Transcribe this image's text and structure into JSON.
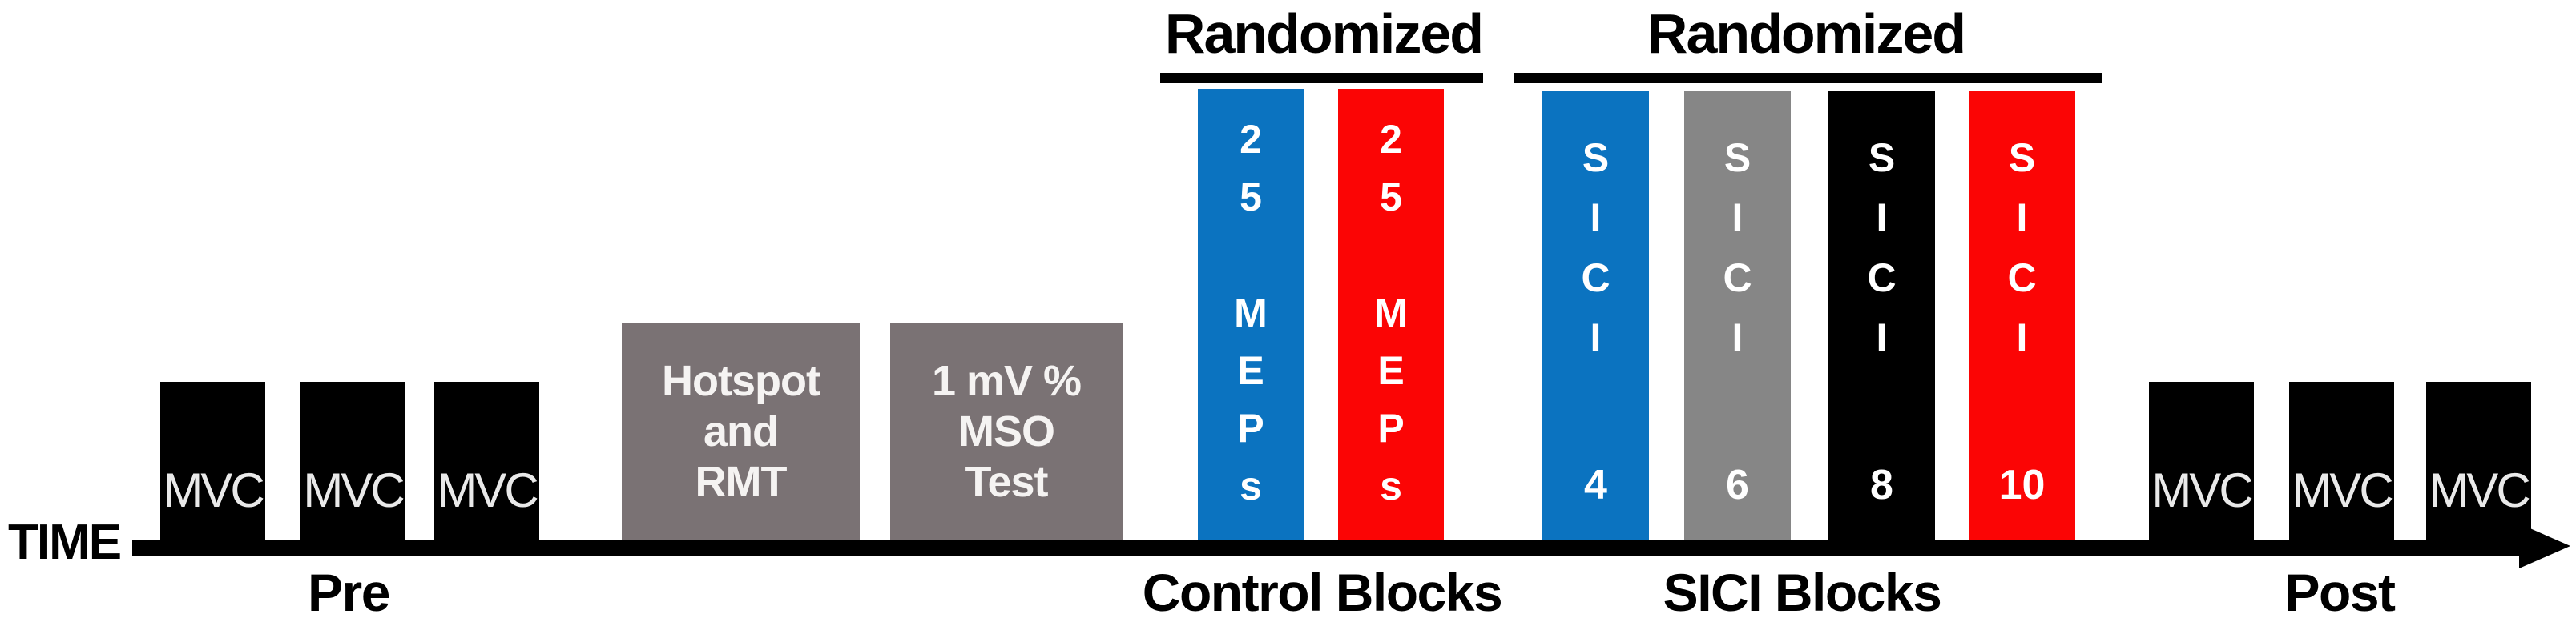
{
  "diagram": {
    "axis_label": "TIME",
    "pre": {
      "label": "Pre",
      "blocks": [
        "MVC",
        "MVC",
        "MVC"
      ]
    },
    "setup_blocks": [
      {
        "lines": [
          "Hotspot",
          "and",
          "RMT"
        ]
      },
      {
        "lines": [
          "1 mV %",
          "MSO",
          "Test"
        ]
      }
    ],
    "control": {
      "header": "Randomized",
      "label": "Control Blocks",
      "bars": [
        {
          "color": "#0B73C0",
          "count_chars": [
            "2",
            "5"
          ],
          "word_chars": [
            "M",
            "E",
            "P",
            "s"
          ]
        },
        {
          "color": "#FB0505",
          "count_chars": [
            "2",
            "5"
          ],
          "word_chars": [
            "M",
            "E",
            "P",
            "s"
          ]
        }
      ]
    },
    "sici": {
      "header": "Randomized",
      "label": "SICI Blocks",
      "bars": [
        {
          "color": "#0B73C0",
          "letters": [
            "S",
            "I",
            "C",
            "I"
          ],
          "number": "4"
        },
        {
          "color": "#868686",
          "letters": [
            "S",
            "I",
            "C",
            "I"
          ],
          "number": "6"
        },
        {
          "color": "#000000",
          "letters": [
            "S",
            "I",
            "C",
            "I"
          ],
          "number": "8"
        },
        {
          "color": "#FB0505",
          "letters": [
            "S",
            "I",
            "C",
            "I"
          ],
          "number": "10"
        }
      ]
    },
    "post": {
      "label": "Post",
      "blocks": [
        "MVC",
        "MVC",
        "MVC"
      ]
    },
    "colors": {
      "axis": "#000000",
      "mvc_block": "#000000",
      "setup_block": "#7A7274",
      "blue": "#0B73C0",
      "red": "#FB0505",
      "gray": "#868686",
      "black": "#000000",
      "bar_text": "#FFFFFF"
    }
  }
}
